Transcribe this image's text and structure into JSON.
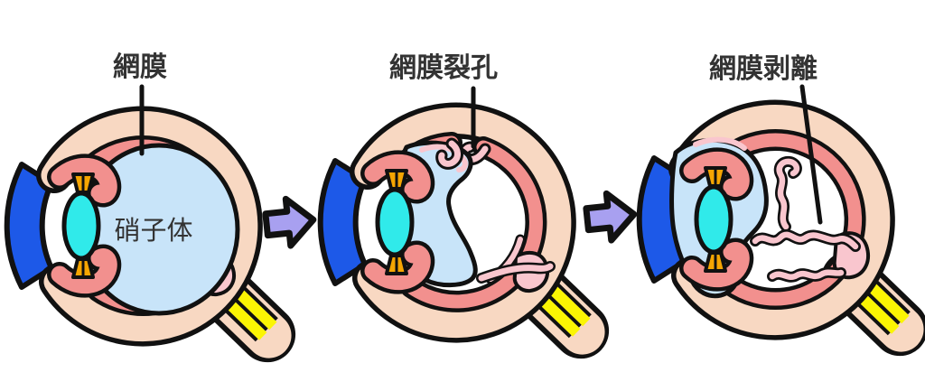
{
  "figure": {
    "description_labels": [
      "網膜",
      "網膜裂孔",
      "網膜剥離"
    ],
    "panels": [
      {
        "name": "normal-eye",
        "label": "網膜",
        "inner_label": "硝子体"
      },
      {
        "name": "retinal-tear-eye",
        "label": "網膜裂孔"
      },
      {
        "name": "retinal-detachment-eye",
        "label": "網膜剥離"
      }
    ],
    "arrows": [
      {
        "name": "progression-arrow-1",
        "direction": "right"
      },
      {
        "name": "progression-arrow-2",
        "direction": "right"
      }
    ]
  },
  "colors": {
    "background": "#FFFFFF",
    "outline": "#111111",
    "text": "#333333",
    "sclera": "#F8D8C2",
    "choroid": "#F2908E",
    "retina_pink": "#F9C6CE",
    "vitreous": "#C8E4F9",
    "lens": "#30EAEA",
    "cornea": "#1D59E8",
    "zonule": "#F5A502",
    "optic_nerve": "#FBF503",
    "arrow": "#A8A0F0"
  }
}
